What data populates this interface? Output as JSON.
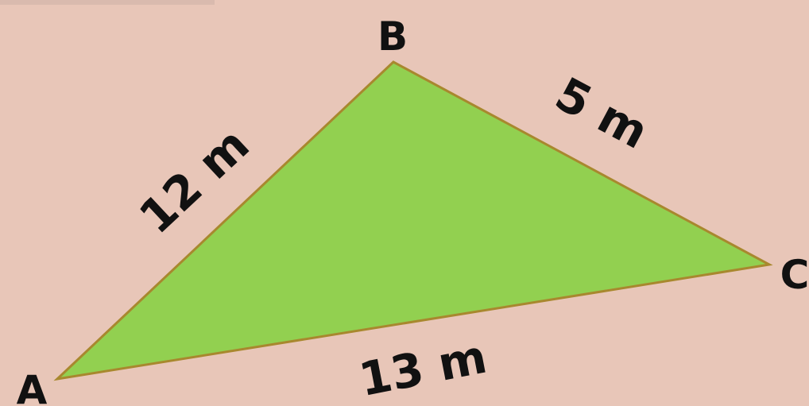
{
  "colors": {
    "background": "#e8c6b8",
    "triangle_fill": "#92d050",
    "triangle_stroke": "#a8882e",
    "text": "#111111"
  },
  "vertices": {
    "a": "A",
    "b": "B",
    "c": "C"
  },
  "sides": {
    "ab": "12 m",
    "bc": "5 m",
    "ac": "13 m"
  }
}
